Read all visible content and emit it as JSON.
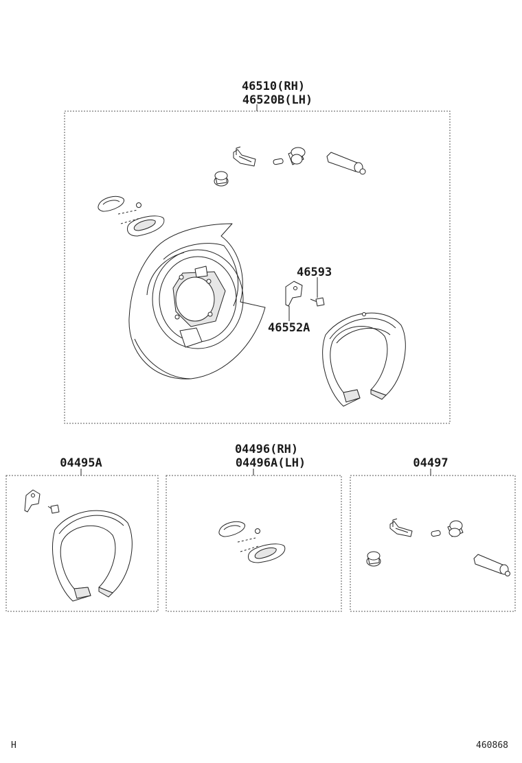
{
  "callouts": {
    "assembly_rh": "46510(RH)",
    "assembly_lh": "46520B(LH)",
    "part_46593": "46593",
    "part_46552a": "46552A",
    "kit_04495a": "04495A",
    "kit_04496_rh": "04496(RH)",
    "kit_04496a_lh": "04496A(LH)",
    "kit_04497": "04497"
  },
  "footer": {
    "left_code": "H",
    "right_code": "460868"
  },
  "colors": {
    "line": "#222222",
    "box_border": "#555555",
    "shading": "#e6e6e6"
  }
}
